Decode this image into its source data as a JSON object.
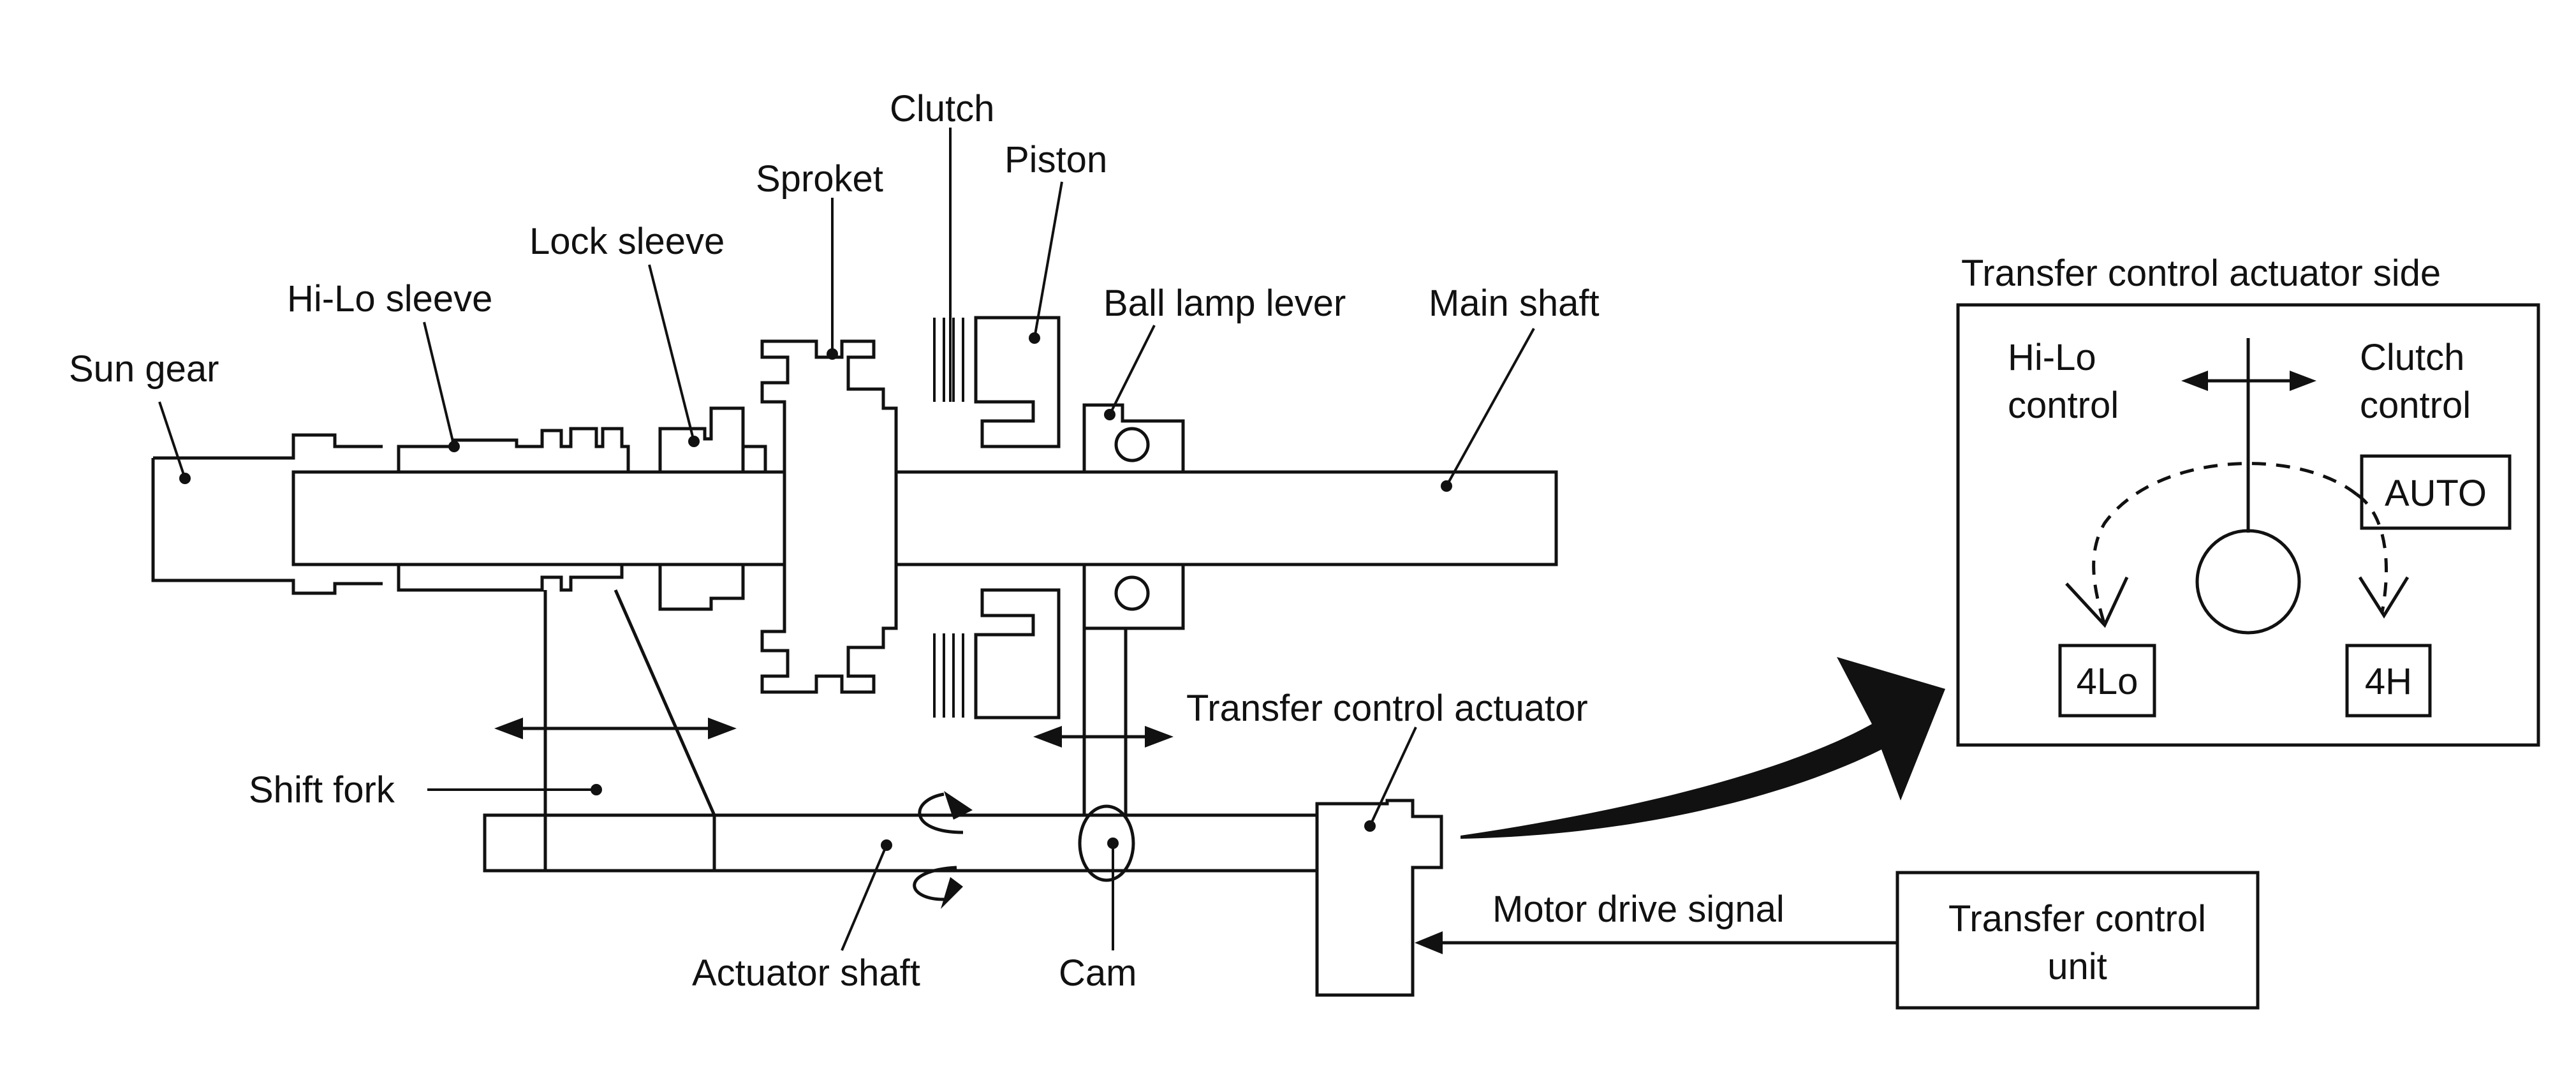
{
  "labels": {
    "clutch": "Clutch",
    "piston": "Piston",
    "sproket": "Sproket",
    "lock_sleeve": "Lock sleeve",
    "hi_lo_sleeve": "Hi-Lo sleeve",
    "sun_gear": "Sun gear",
    "ball_lamp_lever": "Ball lamp lever",
    "main_shaft": "Main shaft",
    "shift_fork": "Shift fork",
    "actuator_shaft": "Actuator shaft",
    "cam": "Cam",
    "transfer_control_actuator": "Transfer control actuator",
    "motor_drive_signal": "Motor drive signal",
    "transfer_control_unit_line1": "Transfer control",
    "transfer_control_unit_line2": "unit"
  },
  "inset": {
    "title": "Transfer control actuator side",
    "hi_lo_line1": "Hi-Lo",
    "hi_lo_line2": "control",
    "clutch_line1": "Clutch",
    "clutch_line2": "control",
    "mode_auto": "AUTO",
    "mode_4lo": "4Lo",
    "mode_4h": "4H"
  }
}
